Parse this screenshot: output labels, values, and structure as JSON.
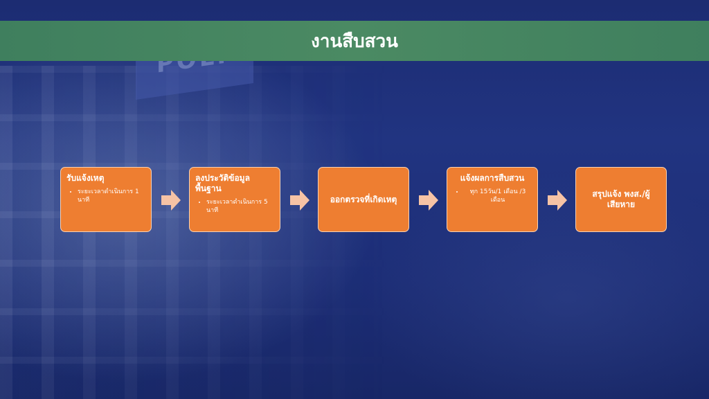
{
  "slide": {
    "title": "งานสืบสวน",
    "background_sign_text": "POLI"
  },
  "steps": [
    {
      "title": "รับแจ้งเหตุ",
      "bullet": "ระยะเวลาดำเนินการ 1 นาที"
    },
    {
      "title": "ลงประวัติข้อมูลพื้นฐาน",
      "bullet": "ระยะเวลาดำเนินการ 5 นาที"
    },
    {
      "title": "ออกตรวจที่เกิดเหตุ"
    },
    {
      "title": "แจ้งผลการสืบสวน",
      "bullet": "ทุก 15วัน/1 เดือน /3 เดือน"
    },
    {
      "title": "สรุปแจ้ง พงส./ผู้เสียหาย"
    }
  ],
  "colors": {
    "title_bar": "#4b8a63",
    "step_box": "#ee7e31",
    "arrow": "#f6c3a5",
    "background": "#1f3180"
  },
  "icons": [
    "right-arrow-icon"
  ]
}
